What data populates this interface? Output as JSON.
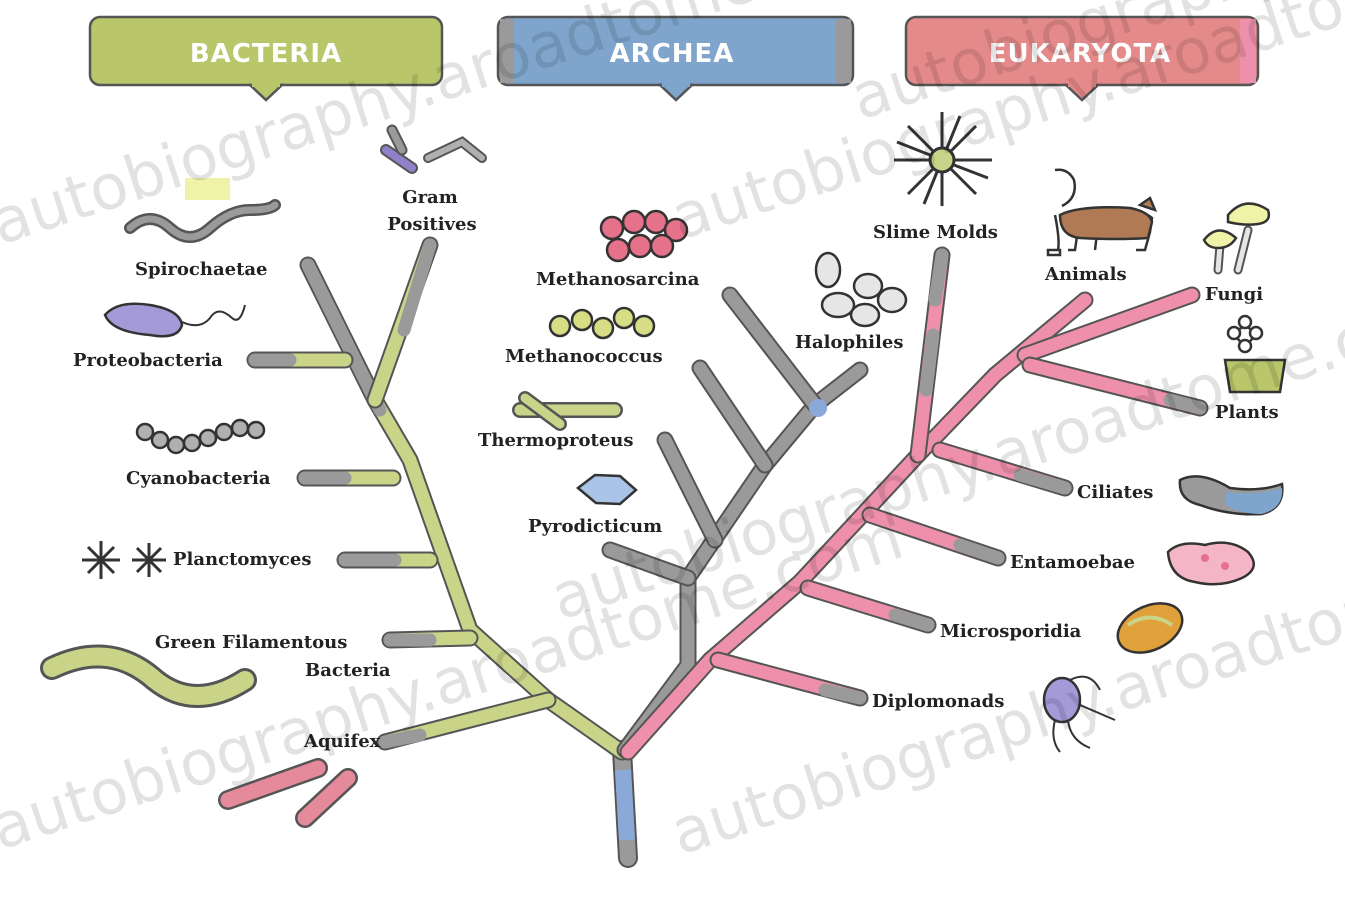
{
  "headers": {
    "bacteria": "BACTERIA",
    "archea": "ARCHEA",
    "eukaryota": "EUKARYOTA"
  },
  "colors": {
    "bacteria": "#b9c66a",
    "archea": "#7fa5cc",
    "eukaryota": "#e58a8a",
    "branch_grey": "#8c8c8c",
    "bacteria_branch": "#c9d488",
    "eukaryota_branch": "#ee90ab",
    "archea_branch": "#9a9a9a"
  },
  "labels": {
    "bacteria": {
      "gram_positives_1": "Gram",
      "gram_positives_2": "Positives",
      "spirochaetae": "Spirochaetae",
      "proteobacteria": "Proteobacteria",
      "cyanobacteria": "Cyanobacteria",
      "planctomyces": "Planctomyces",
      "green_filamentous_1": "Green Filamentous",
      "green_filamentous_2": "Bacteria",
      "aquifex": "Aquifex"
    },
    "archea": {
      "methanosarcina": "Methanosarcina",
      "methanococcus": "Methanococcus",
      "halophiles": "Halophiles",
      "thermoproteus": "Thermoproteus",
      "pyrodicticum": "Pyrodicticum"
    },
    "eukaryota": {
      "slime_molds": "Slime Molds",
      "animals": "Animals",
      "fungi": "Fungi",
      "plants": "Plants",
      "ciliates": "Ciliates",
      "entamoebae": "Entamoebae",
      "microsporidia": "Microsporidia",
      "diplomonads": "Diplomonads"
    }
  },
  "watermark": {
    "text_1": "autobiography.aroadtome.com",
    "text_2": "autobiography.aroadtome.com",
    "text_3": "autobiography.aroadtome.com",
    "text_4": "autobiography.aroadtome.com",
    "text_5": "autobiography.aroadtome.com",
    "text_6": "autobiography.aroadtome.com"
  }
}
